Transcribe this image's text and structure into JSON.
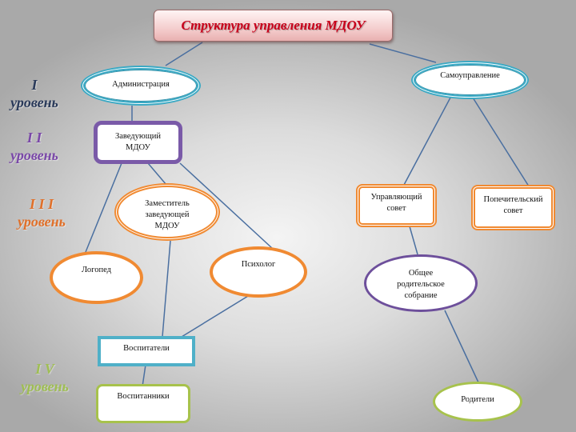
{
  "title": "Структура управления МДОУ",
  "levels": [
    {
      "numeral": "I",
      "label": "уровень",
      "color": "#2a3a5a"
    },
    {
      "numeral": "I I",
      "label": "уровень",
      "color": "#7a48a8"
    },
    {
      "numeral": "I I I",
      "label": "уровень",
      "color": "#e0702a"
    },
    {
      "numeral": "I V",
      "label": "уровень",
      "color": "#9cc044"
    }
  ],
  "nodes": {
    "administration": {
      "lines": [
        "Администрация"
      ]
    },
    "self_government": {
      "lines": [
        "Самоуправление"
      ]
    },
    "head": {
      "lines": [
        "Заведующий",
        "МДОУ"
      ]
    },
    "deputy": {
      "lines": [
        "Заместитель",
        "заведующей",
        "МДОУ"
      ]
    },
    "governing_council": {
      "lines": [
        "Управляющий",
        "совет"
      ]
    },
    "board_of_trustees": {
      "lines": [
        "Попечительский",
        "совет"
      ]
    },
    "speech_therapist": {
      "lines": [
        "Логопед"
      ]
    },
    "psychologist": {
      "lines": [
        "Психолог"
      ]
    },
    "parent_meeting": {
      "lines": [
        "Общее",
        "родительское",
        "собрание"
      ]
    },
    "educators": {
      "lines": [
        "Воспитатели"
      ]
    },
    "pupils": {
      "lines": [
        "Воспитанники"
      ]
    },
    "parents": {
      "lines": [
        "Родители"
      ]
    }
  },
  "connections": [
    [
      "title",
      "administration"
    ],
    [
      "title",
      "self_government"
    ],
    [
      "administration",
      "head"
    ],
    [
      "head",
      "deputy"
    ],
    [
      "head",
      "speech_therapist"
    ],
    [
      "head",
      "psychologist"
    ],
    [
      "deputy",
      "educators"
    ],
    [
      "psychologist",
      "educators"
    ],
    [
      "educators",
      "pupils"
    ],
    [
      "self_government",
      "governing_council"
    ],
    [
      "self_government",
      "board_of_trustees"
    ],
    [
      "governing_council",
      "parent_meeting"
    ],
    [
      "parent_meeting",
      "parents"
    ]
  ],
  "colors": {
    "title_text": "#c8001a",
    "connector": "#4a6fa0",
    "teal": "#3aa9c4",
    "purple": "#7a5aa8",
    "orange": "#f08a32",
    "green": "#a7c24c"
  }
}
